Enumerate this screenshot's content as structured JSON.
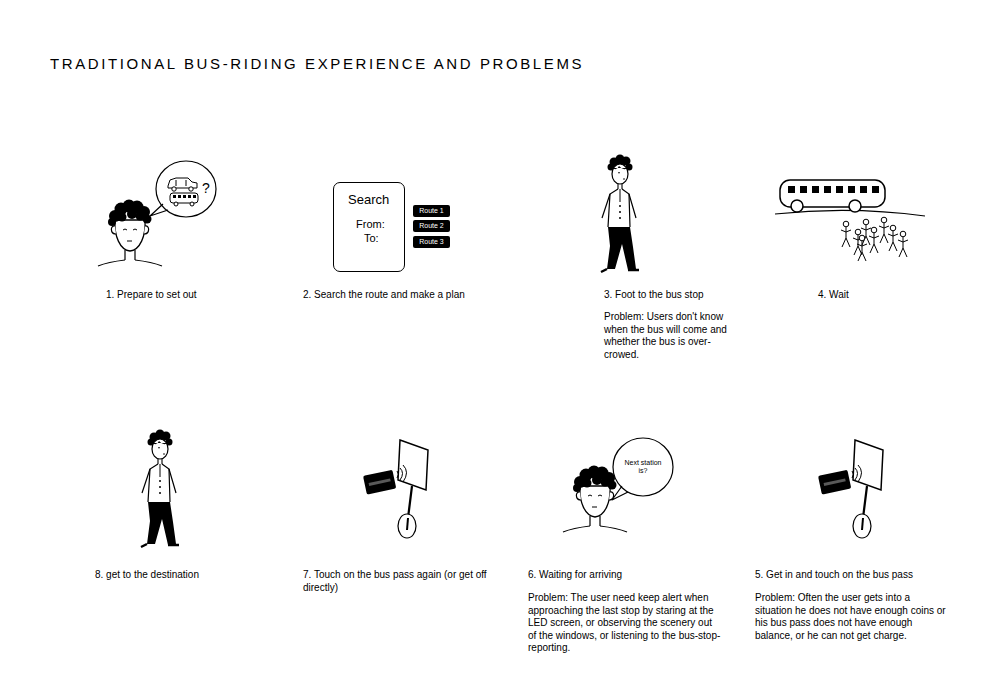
{
  "diagram": {
    "title": "TRADITIONAL BUS-RIDING EXPERIENCE AND PROBLEMS",
    "nodes": [
      {
        "text": [
          "?"
        ]
      },
      {
        "text": [
          "Search",
          "From:",
          "To:"
        ]
      },
      {
        "text": [
          "Route 1"
        ]
      },
      {
        "text": [
          "Route 2"
        ]
      },
      {
        "text": [
          "Route 3"
        ]
      },
      {
        "text": [
          "Next station is?"
        ]
      }
    ],
    "labels": [
      "1. Prepare to set out",
      "2. Search the route and make a plan",
      "3. Foot to the bus stop",
      "Problem: Users don't know when the bus will come and whether the bus is over-crowed.",
      "4. Wait",
      "8. get to the destination",
      "7. Touch on the bus pass again (or get off directly)",
      "6. Waiting for arriving",
      "Problem: The user need keep alert when approaching the last stop by staring at the LED screen, or observing the scenery out of the windows, or listening to the bus-stop-reporting.",
      "5. Get in and touch on the bus pass",
      "Problem: Often the user gets into a situation he does not have enough coins or his bus pass does not have enough balance, or he can not get charge."
    ]
  }
}
